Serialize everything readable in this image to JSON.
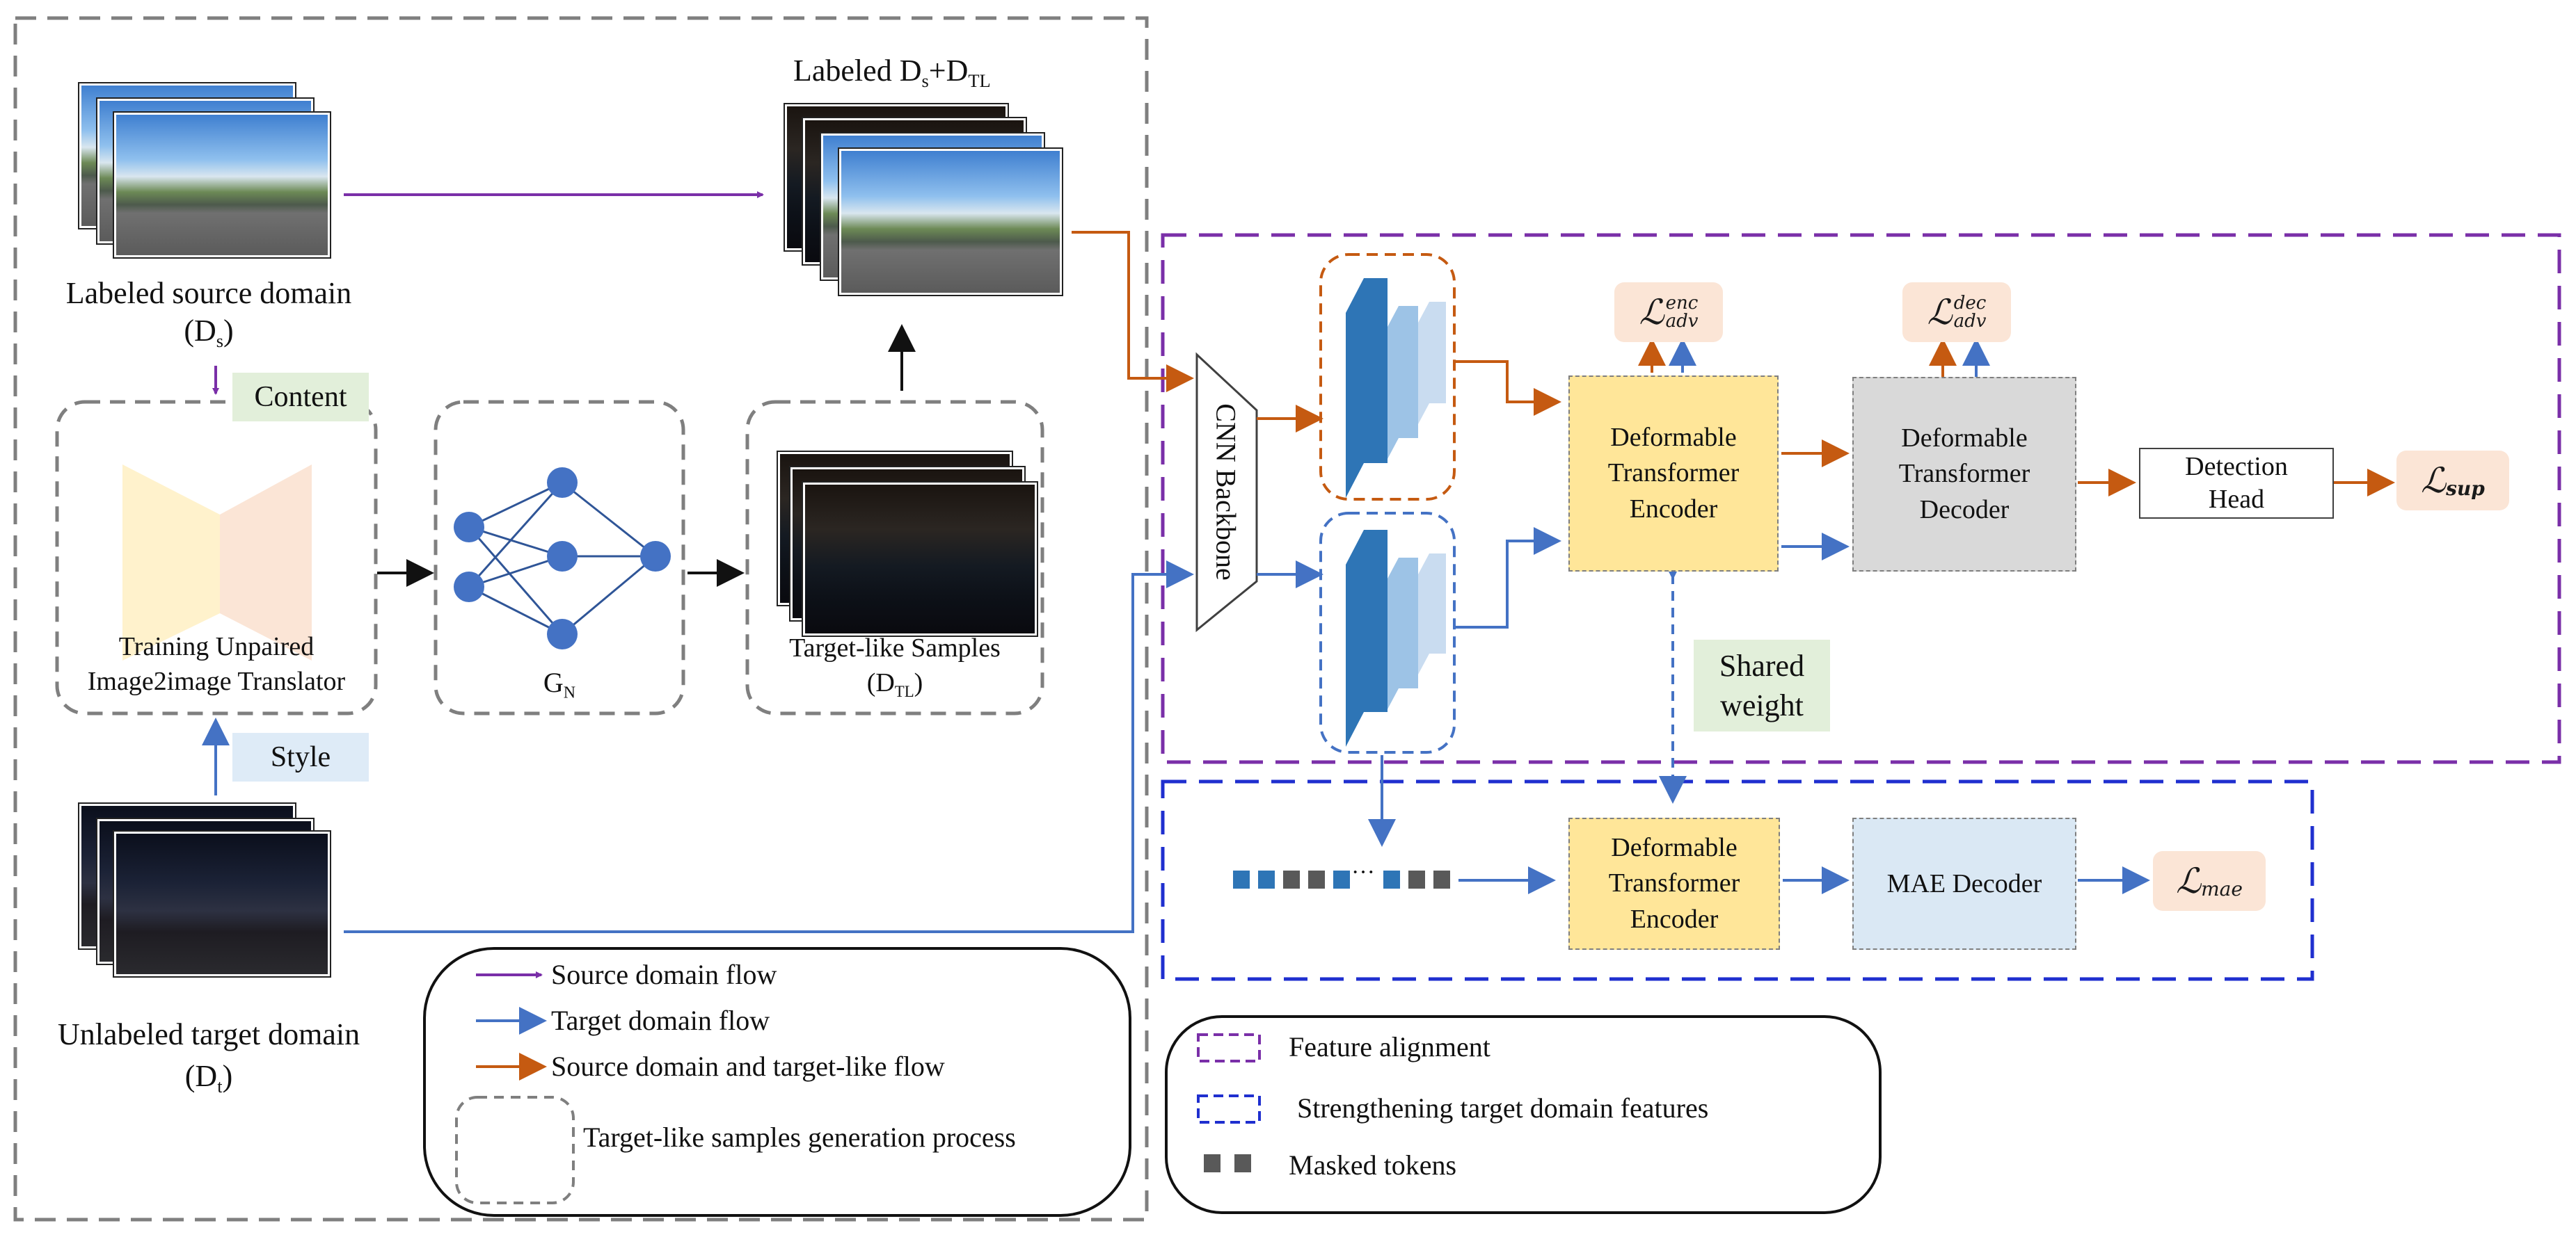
{
  "colors": {
    "source_flow": "#7a2fa8",
    "target_flow": "#4472c4",
    "mixed_flow": "#c55a11",
    "feature_alignment_border": "#7a2fa8",
    "strengthening_border": "#1f2fcf",
    "encoder_fill": "#ffe699",
    "decoder_fill": "#d9d9d9",
    "mae_fill": "#dae8f4",
    "loss_fill": "#fbe5d6",
    "content_fill": "#e2efda",
    "style_fill": "#deebf7"
  },
  "labels": {
    "labeled_mixed": "Labeled  D",
    "labeled_mixed_sub1": "s",
    "labeled_mixed_plus": "+D",
    "labeled_mixed_sub2": "TL",
    "source_domain": "Labeled source domain",
    "source_domain_sym": "(D",
    "source_domain_sub": "s",
    "source_domain_close": ")",
    "content": "Content",
    "style": "Style",
    "translator_line1": "Training Unpaired",
    "translator_line2": "Image2image Translator",
    "gn": "G",
    "gn_sub": "N",
    "target_like_line1": "Target-like Samples",
    "target_like_sym": "(D",
    "target_like_sub": "TL",
    "target_like_close": ")",
    "target_domain": "Unlabeled target domain",
    "target_domain_sym": "(D",
    "target_domain_sub": "t",
    "target_domain_close": ")",
    "cnn_backbone": "CNN Backbone",
    "encoder_line1": "Deformable",
    "encoder_line2": "Transformer",
    "encoder_line3": "Encoder",
    "decoder_line1": "Deformable",
    "decoder_line2": "Transformer",
    "decoder_line3": "Decoder",
    "detection_line1": "Detection",
    "detection_line2": "Head",
    "mae_decoder": "MAE Decoder",
    "shared_line1": "Shared",
    "shared_line2": "weight",
    "tokens_ellipsis": "···",
    "loss_L": "ℒ",
    "loss_enc_sup": "enc",
    "loss_enc_sub": "adv",
    "loss_dec_sup": "dec",
    "loss_dec_sub": "adv",
    "loss_sup_sub": "sup",
    "loss_mae_sub": "mae"
  },
  "legend_left": {
    "source_flow": "Source domain flow",
    "target_flow": "Target domain flow",
    "mixed_flow": "Source domain and target-like flow",
    "generation": "Target-like samples generation process"
  },
  "legend_right": {
    "feature_alignment": "Feature alignment",
    "strengthening": "Strengthening target domain features",
    "masked_tokens": "Masked tokens"
  }
}
